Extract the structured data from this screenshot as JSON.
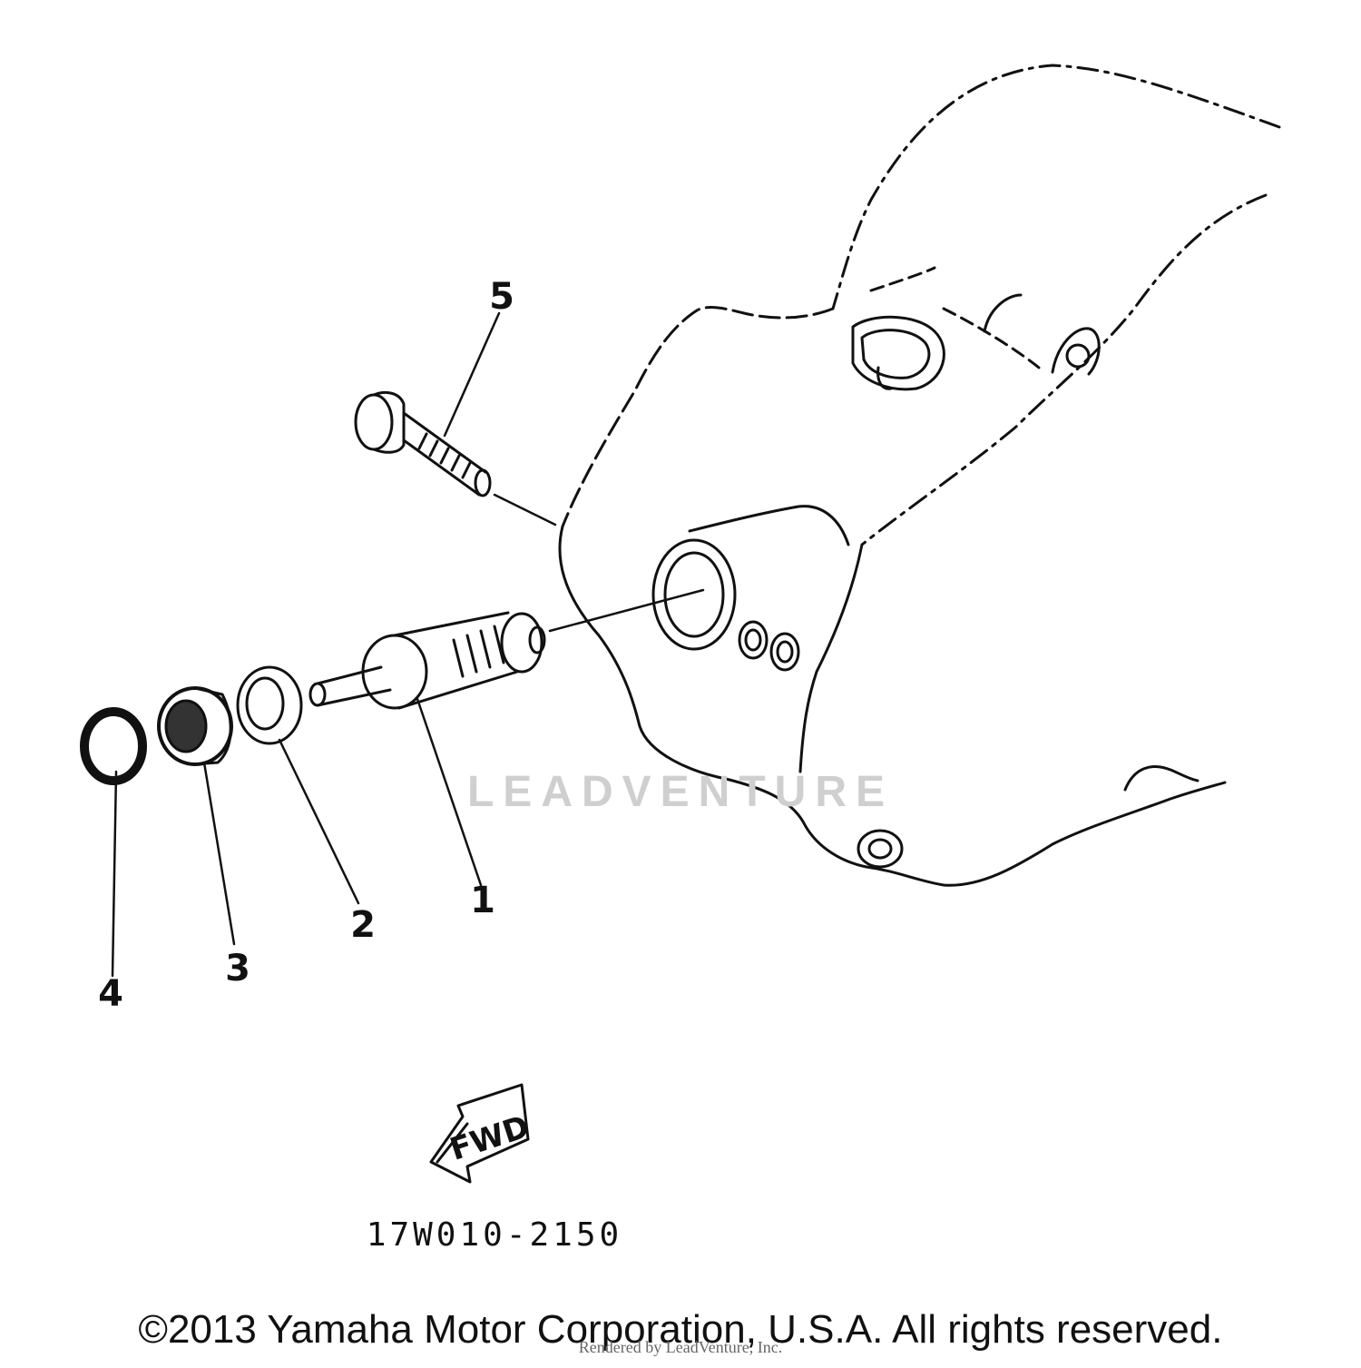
{
  "diagram": {
    "callouts": [
      "1",
      "2",
      "3",
      "4",
      "5"
    ],
    "direction_label": "FWD",
    "drawing_code": "17W010-2150",
    "watermark": "LEADVENTURE"
  },
  "footer": {
    "copyright": "©2013 Yamaha Motor Corporation, U.S.A. All rights reserved.",
    "rendered_by": "Rendered by LeadVenture, Inc."
  }
}
